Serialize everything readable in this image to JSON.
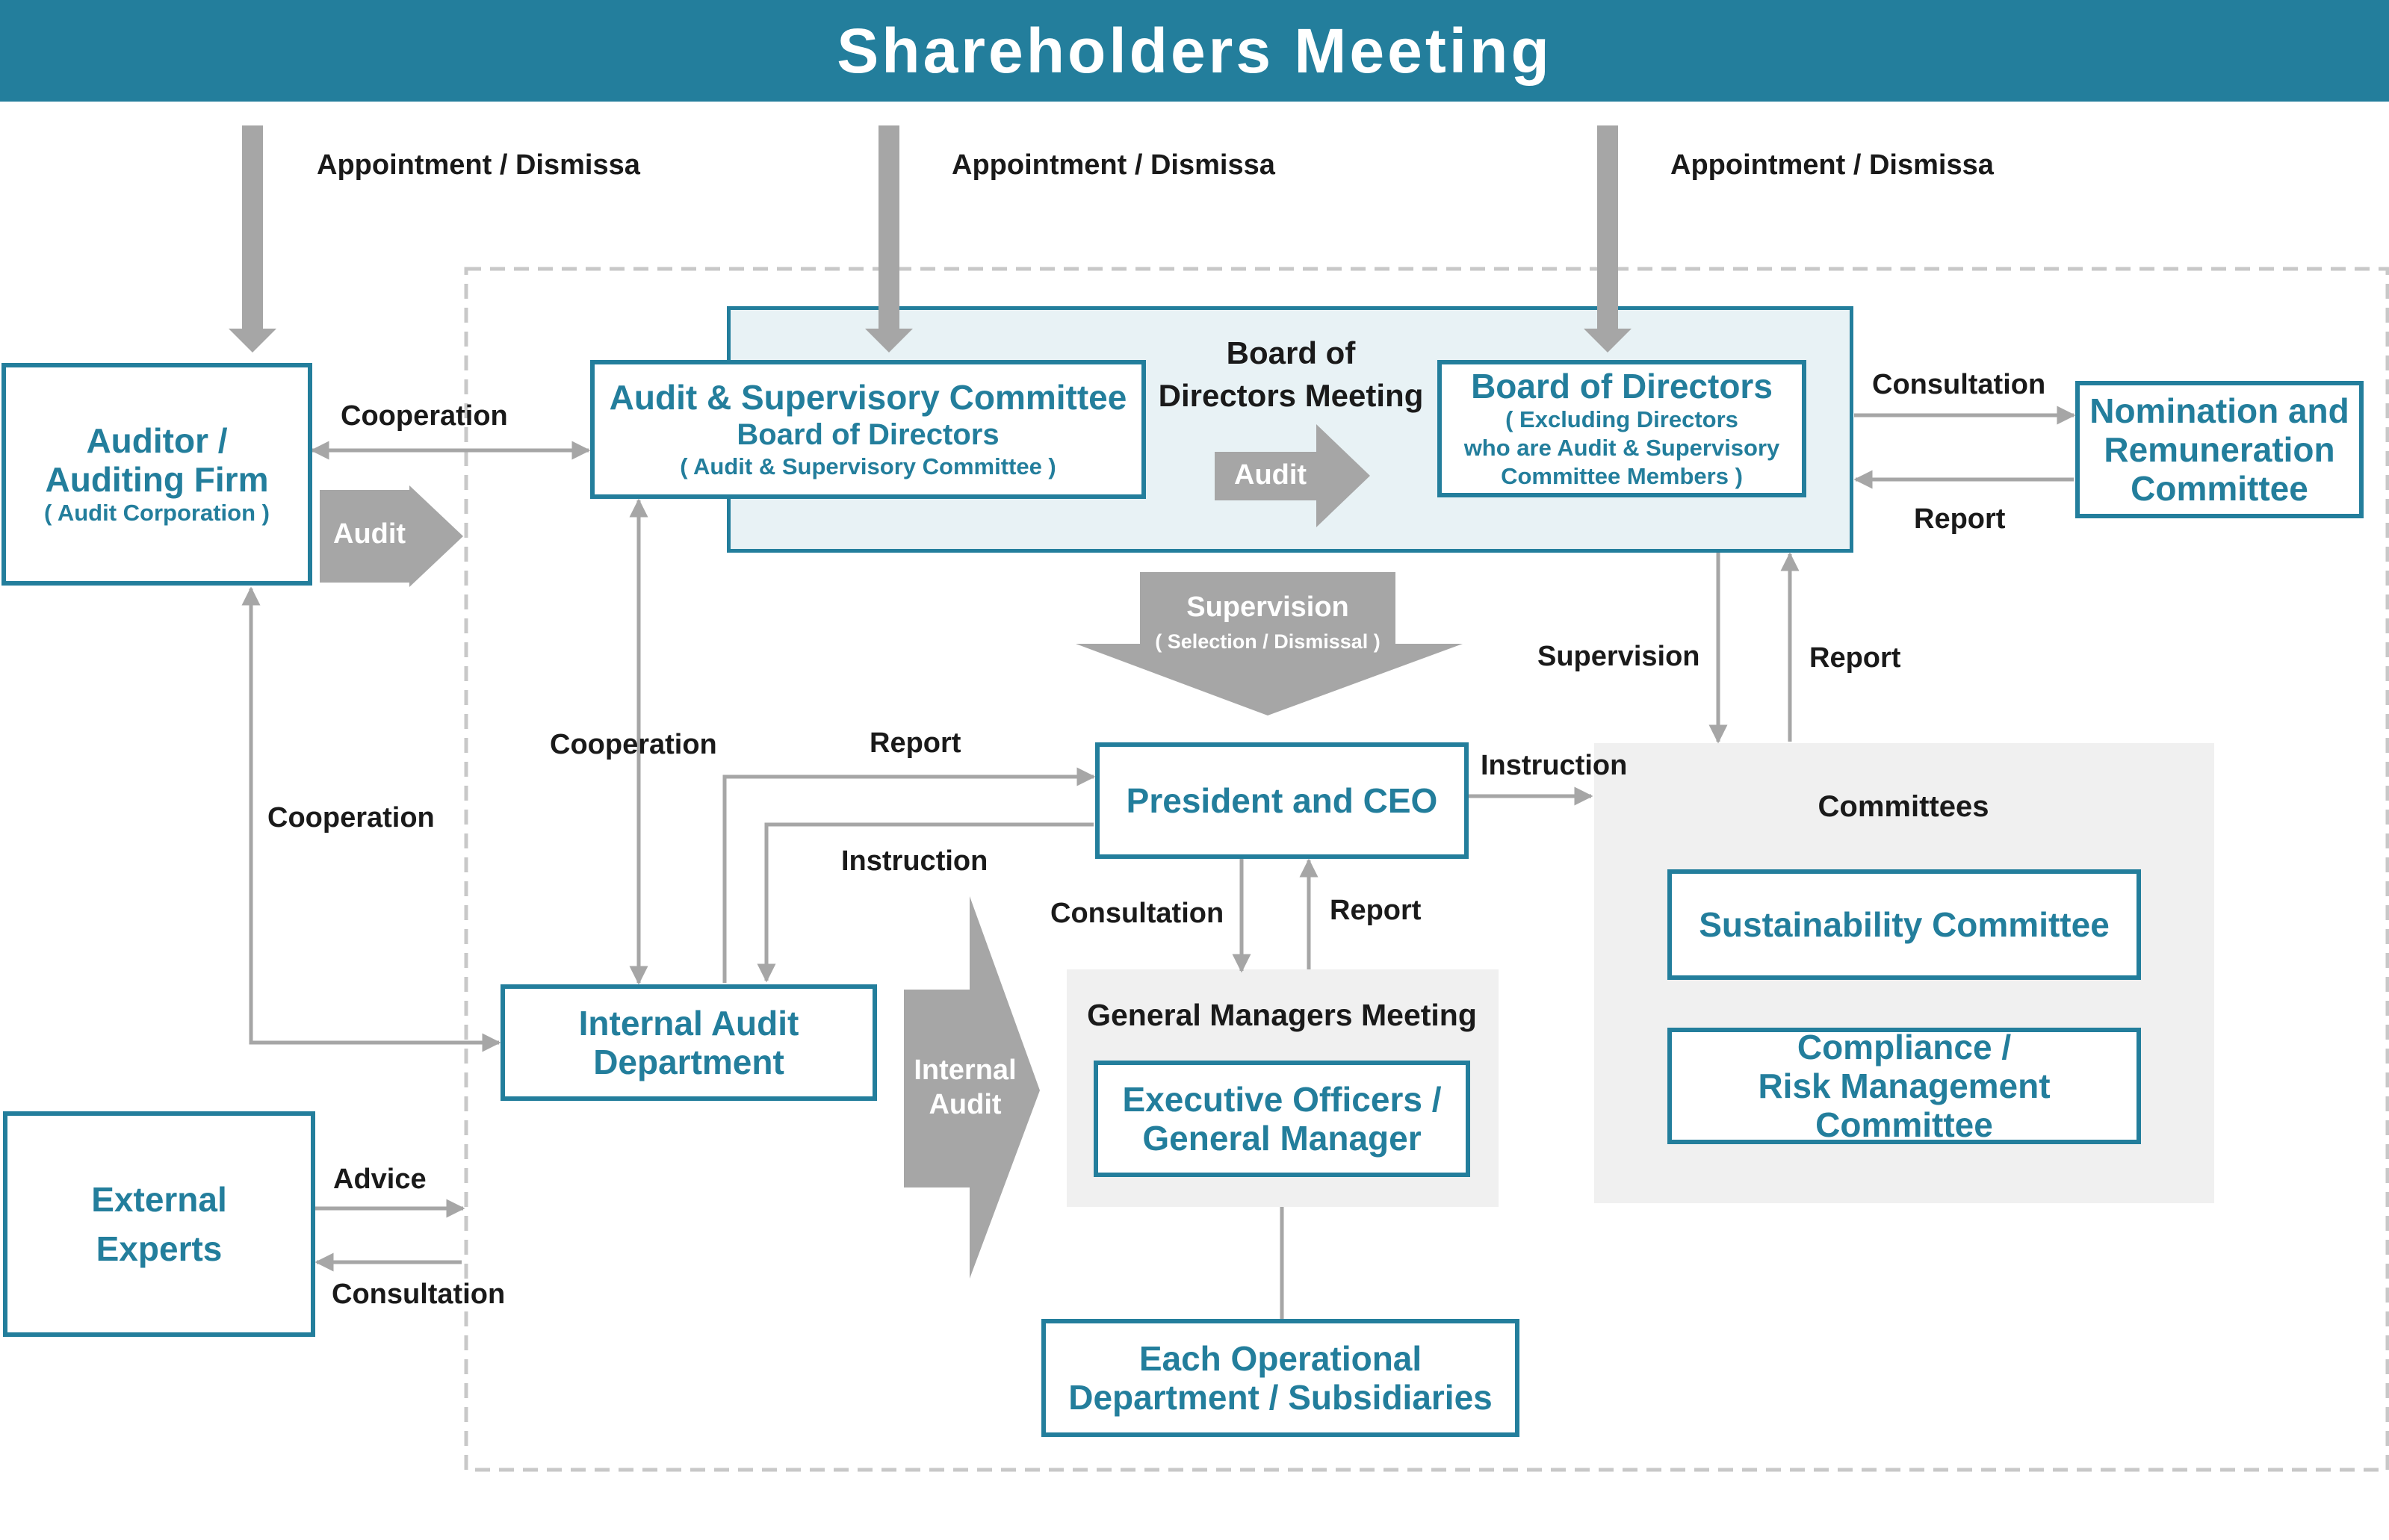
{
  "banner": {
    "title": "Shareholders Meeting"
  },
  "appointment_labels": [
    "Appointment / Dismissa",
    "Appointment / Dismissa",
    "Appointment / Dismissa"
  ],
  "auditor": {
    "line1": "Auditor  /",
    "line2": "Auditing Firm",
    "sub": "( Audit Corporation )"
  },
  "board_meeting": {
    "line1": "Board of",
    "line2": "Directors Meeting"
  },
  "asc": {
    "title": "Audit & Supervisory Committee",
    "line2": "Board of Directors",
    "sub": "( Audit & Supervisory Committee )"
  },
  "bod": {
    "title": "Board of Directors",
    "sub1": "( Excluding Directors",
    "sub2": "who are Audit & Supervisory",
    "sub3": "Committee Members )"
  },
  "nomination": {
    "line1": "Nomination and",
    "line2": "Remuneration",
    "line3": "Committee"
  },
  "president": {
    "label": "President and CEO"
  },
  "internal_audit_dept": {
    "line1": "Internal Audit",
    "line2": "Department"
  },
  "external_experts": {
    "line1": "External",
    "line2": "Experts"
  },
  "gm_meeting": {
    "title": "General Managers Meeting",
    "exec_line1": "Executive Officers /",
    "exec_line2": "General Manager"
  },
  "operational": {
    "line1": "Each Operational",
    "line2": "Department / Subsidiaries"
  },
  "committees": {
    "title": "Committees",
    "sustainability": "Sustainability Committee",
    "compliance_line1": "Compliance /",
    "compliance_line2": "Risk Management Committee"
  },
  "arrows": {
    "audit_left": "Audit",
    "audit_mid": "Audit",
    "supervision": "Supervision",
    "supervision_sub": "( Selection / Dismissal )",
    "internal_audit_line1": "Internal",
    "internal_audit_line2": "Audit"
  },
  "labels": {
    "cooperation_top": "Cooperation",
    "cooperation_mid": "Cooperation",
    "cooperation_left": "Cooperation",
    "consultation_nom": "Consultation",
    "report_nom": "Report",
    "supervision_comm": "Supervision",
    "report_comm": "Report",
    "report_ia": "Report",
    "instruction_ia": "Instruction",
    "instruction_comm": "Instruction",
    "consultation_gm": "Consultation",
    "report_gm": "Report",
    "advice": "Advice",
    "consultation_ext": "Consultation"
  },
  "colors": {
    "teal": "#237e9c",
    "gray_arrow": "#a6a6a6",
    "panel_gray": "#f0f0f0",
    "panel_blue": "#e8f2f5"
  }
}
